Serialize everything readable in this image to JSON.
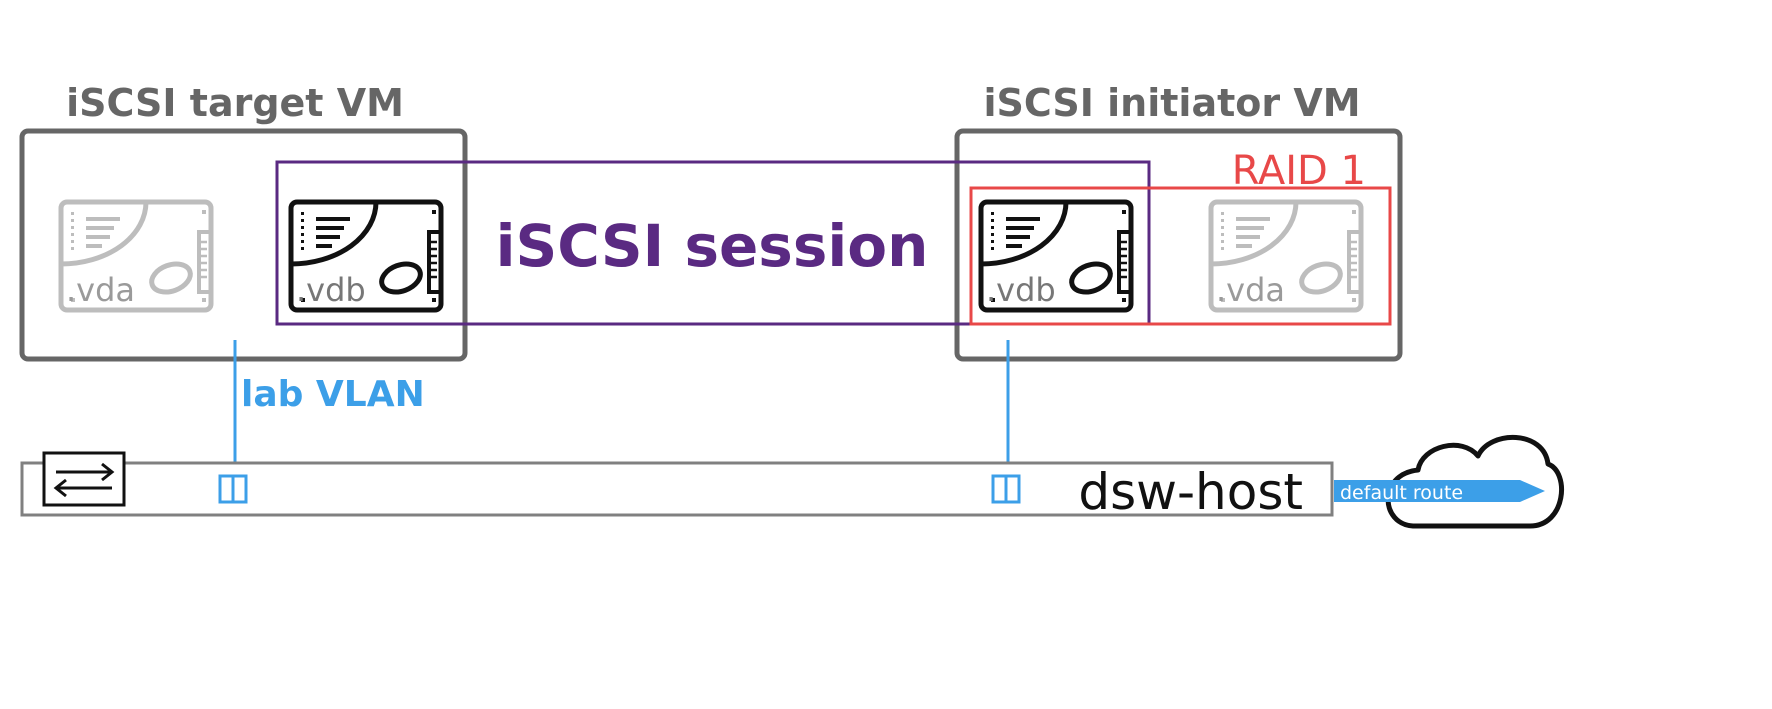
{
  "vms": {
    "target": {
      "title": "iSCSI target VM"
    },
    "initiator": {
      "title": "iSCSI initiator VM"
    }
  },
  "disks": {
    "target_vda": ".vda",
    "target_vdb": ".vdb",
    "initiator_vdb": ".vdb",
    "initiator_vda": ".vda"
  },
  "session": {
    "label": "iSCSI session"
  },
  "raid": {
    "label": "RAID 1"
  },
  "network": {
    "vlan_label": "lab VLAN"
  },
  "host": {
    "label": "dsw-host",
    "route_label": "default route"
  },
  "colors": {
    "vm_border": "#666666",
    "session": "#5a2a82",
    "raid": "#e84848",
    "vlan": "#3c9fe8",
    "disk_active": "#111111",
    "disk_inactive": "#bdbdbd",
    "host_border": "#808080"
  },
  "icons": [
    "disk-icon",
    "switch-icon",
    "cloud-icon",
    "port-icon",
    "arrow-icon"
  ]
}
